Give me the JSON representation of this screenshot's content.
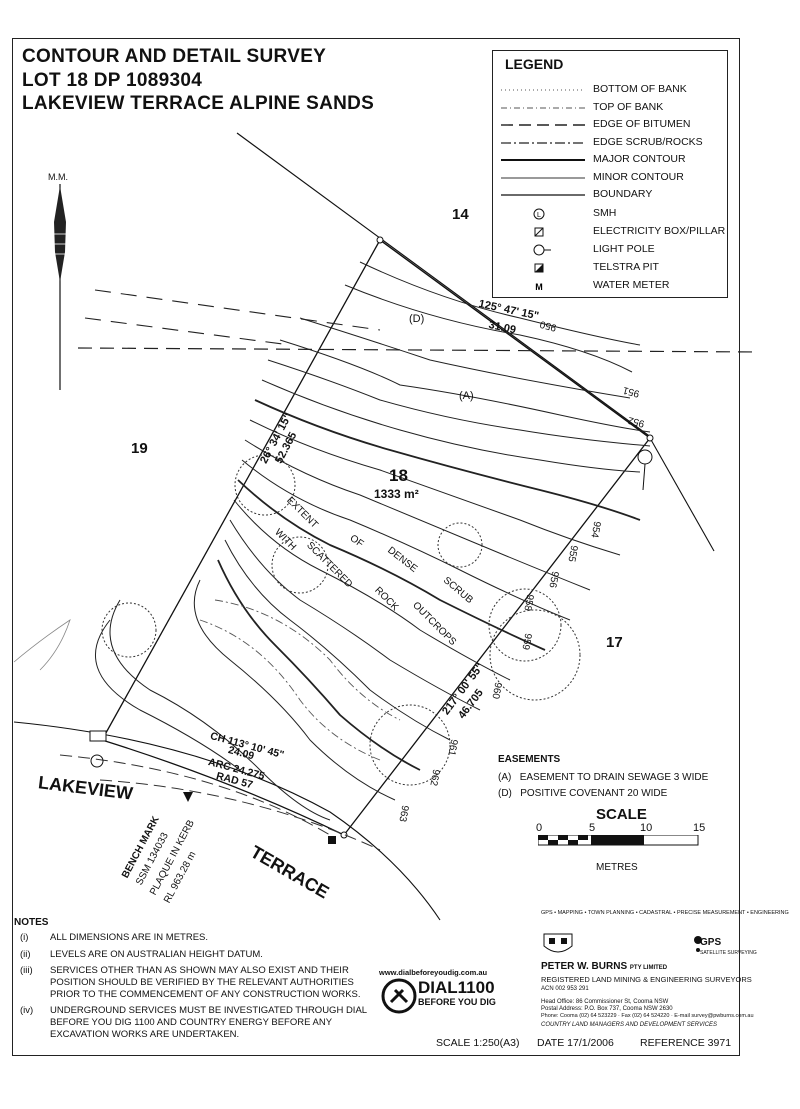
{
  "title": {
    "line1": "CONTOUR AND DETAIL SURVEY",
    "line2": "LOT 18  DP 1089304",
    "line3": "LAKEVIEW TERRACE  ALPINE SANDS"
  },
  "legend": {
    "heading": "LEGEND",
    "items": [
      {
        "label": "BOTTOM OF BANK",
        "style": "dotted"
      },
      {
        "label": "TOP OF BANK",
        "style": "dashdot-fine"
      },
      {
        "label": "EDGE OF BITUMEN",
        "style": "long-dash"
      },
      {
        "label": "EDGE SCRUB/ROCKS",
        "style": "dashdot"
      },
      {
        "label": "MAJOR CONTOUR",
        "style": "solid-thick"
      },
      {
        "label": "MINOR CONTOUR",
        "style": "solid-thin"
      },
      {
        "label": "BOUNDARY",
        "style": "solid"
      },
      {
        "label": "SMH",
        "icon": "smh-icon"
      },
      {
        "label": "ELECTRICITY BOX/PILLAR",
        "icon": "electricity-box-icon"
      },
      {
        "label": "LIGHT POLE",
        "icon": "light-pole-icon"
      },
      {
        "label": "TELSTRA PIT",
        "icon": "telstra-pit-icon"
      },
      {
        "label": "WATER METER",
        "icon": "water-meter-icon"
      }
    ]
  },
  "north": {
    "label": "M.M."
  },
  "map": {
    "lot14": "14",
    "lot17": "17",
    "lot19": "19",
    "lot18": "18",
    "area": "1333 m²",
    "easement_d": "(D)",
    "easement_a": "(A)",
    "bearing_top_angle": "125° 47' 15\"",
    "bearing_top_dist": "31.09",
    "bearing_left_angle": "26° 34' 15\"",
    "bearing_left_dist": "52.365",
    "bearing_right_angle": "217° 00' 55\"",
    "bearing_right_dist": "46.705",
    "curve_ch": "CH 113° 10' 45\"",
    "curve_ch_dist": "24.09",
    "curve_arc": "ARC 24.275",
    "curve_rad": "RAD 57",
    "scrub_text": [
      "EXTENT",
      "OF",
      "DENSE",
      "SCRUB",
      "WITH",
      "SCATTERED",
      "ROCK",
      "OUTCROPS"
    ],
    "contour_labels": [
      "950",
      "951",
      "952",
      "954",
      "955",
      "956",
      "958",
      "959",
      "960",
      "961",
      "962",
      "963"
    ],
    "street1": "LAKEVIEW",
    "street2": "TERRACE",
    "benchmark": [
      "BENCH MARK",
      "SSM 134033",
      "PLAQUE IN KERB",
      "RL 963.28 m"
    ]
  },
  "easements": {
    "heading": "EASEMENTS",
    "items": [
      {
        "code": "(A)",
        "text": "EASEMENT TO DRAIN SEWAGE 3 WIDE"
      },
      {
        "code": "(D)",
        "text": "POSITIVE COVENANT 20 WIDE"
      }
    ]
  },
  "scale_bar": {
    "heading": "SCALE",
    "ticks": [
      "0",
      "5",
      "10",
      "15"
    ],
    "unit": "METRES"
  },
  "notes": {
    "heading": "NOTES",
    "items": [
      {
        "num": "(i)",
        "text": "ALL DIMENSIONS ARE IN METRES."
      },
      {
        "num": "(ii)",
        "text": "LEVELS ARE ON AUSTRALIAN HEIGHT DATUM."
      },
      {
        "num": "(iii)",
        "text": "SERVICES OTHER THAN AS SHOWN MAY ALSO EXIST AND THEIR POSITION SHOULD BE VERIFIED BY THE RELEVANT AUTHORITIES PRIOR TO THE COMMENCEMENT OF ANY CONSTRUCTION WORKS."
      },
      {
        "num": "(iv)",
        "text": "UNDERGROUND SERVICES MUST BE INVESTIGATED THROUGH DIAL BEFORE YOU DIG 1100 AND COUNTRY ENERGY BEFORE ANY EXCAVATION WORKS ARE UNDERTAKEN."
      }
    ]
  },
  "dial": {
    "url": "www.dialbeforeyoudig.com.au",
    "big": "DIAL1100",
    "sub": "BEFORE YOU DIG"
  },
  "company": {
    "services": "GPS • MAPPING • TOWN PLANNING • CADASTRAL • PRECISE MEASUREMENT • ENGINEERING",
    "name": "PETER W. BURNS",
    "suffix": "PTY LIMITED",
    "reg": "REGISTERED LAND MINING & ENGINEERING SURVEYORS",
    "acn": "ACN 002 953 291",
    "office": "Head Office: 86 Commissioner St, Cooma NSW",
    "postal": "Postal Address: P.O. Box 737, Cooma NSW 2630",
    "phone": "Phone: Cooma (02) 64 523229 · Fax (02) 64 524220 · E-mail survey@pwburns.com.au",
    "tagline": "COUNTRY LAND MANAGERS AND DEVELOPMENT SERVICES",
    "gps": "GPS",
    "gps_sub": "SATELLITE SURVEYING"
  },
  "footer": {
    "scale": "SCALE 1:250(A3)",
    "date": "DATE 17/1/2006",
    "reference": "REFERENCE 3971"
  }
}
